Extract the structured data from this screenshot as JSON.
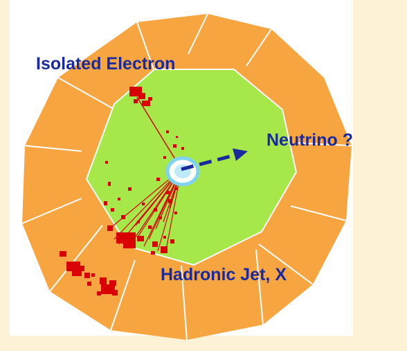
{
  "labels": {
    "electron": "Isolated Electron",
    "neutrino": "Neutrino ?",
    "jet": "Hadronic Jet, X"
  },
  "colors": {
    "background": "#fdf2d6",
    "panel": "#ffffff",
    "calorimeter": "#f6a540",
    "tracker": "#a6e84a",
    "tracks": "#d80000",
    "label_text": "#1a2a9e",
    "vertex_ring": "#7fd3f0"
  },
  "icons": {
    "missing_momentum": "dashed-arrow-icon",
    "vertex": "interaction-vertex-icon"
  }
}
